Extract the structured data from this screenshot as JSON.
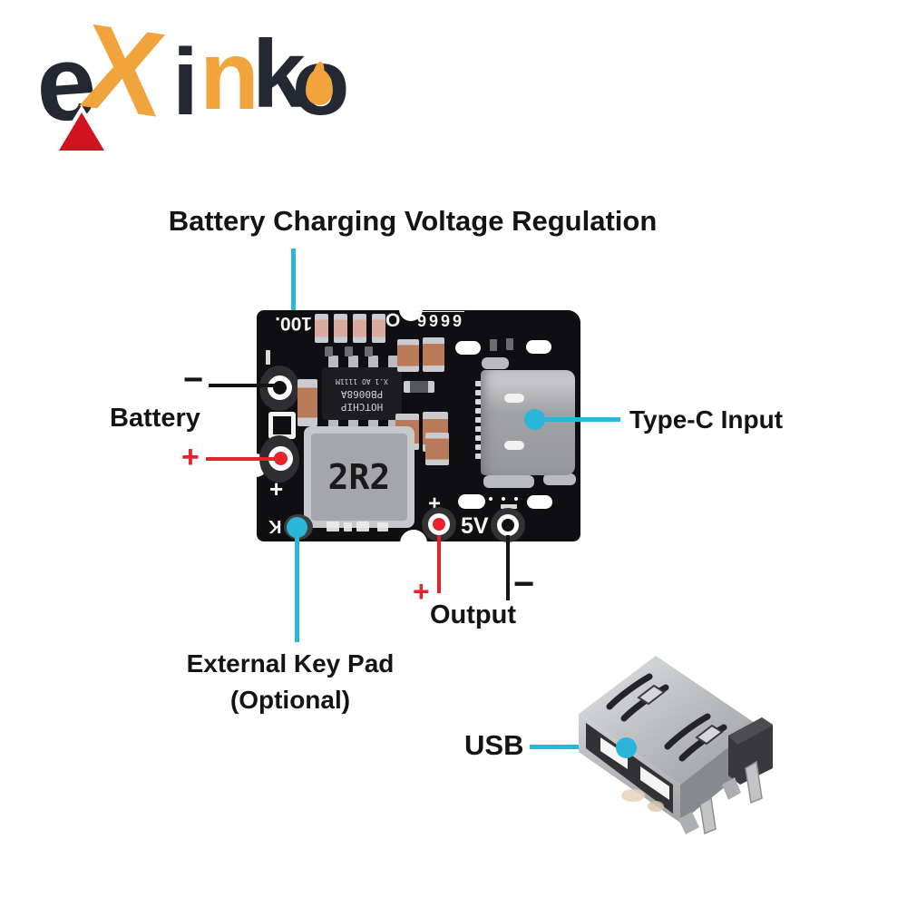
{
  "colors": {
    "cyan": "#29b6da",
    "red": "#e8212a",
    "orange": "#f2a43c",
    "logo_dark": "#232832",
    "triangle_red": "#cf1420",
    "text_black": "#141414",
    "board_black": "#0f0f11"
  },
  "logo": {
    "brand": "exinko",
    "letters": [
      {
        "ch": "e",
        "color": "#232832"
      },
      {
        "ch": "X",
        "color": "#f2a43c"
      },
      {
        "ch": "i",
        "color": "#232832"
      },
      {
        "ch": "n",
        "color": "#f2a43c"
      },
      {
        "ch": "k",
        "color": "#232832"
      },
      {
        "ch": "o",
        "color": "#232832"
      }
    ]
  },
  "title": "Battery Charging Voltage Regulation",
  "callouts": {
    "battery": {
      "label": "Battery",
      "minus": "−",
      "plus": "+"
    },
    "typec": {
      "label": "Type-C Input"
    },
    "output": {
      "label": "Output",
      "plus": "+",
      "minus": "−"
    },
    "keypad": {
      "line1": "External Key Pad",
      "line2": "(Optional)"
    },
    "usb": {
      "label": "USB"
    }
  },
  "board_silkscreen": {
    "corner_code": "100.",
    "letter_o": "O",
    "digits": "9999",
    "battery_plus": "+",
    "key_mark": "K",
    "output_plus": "+",
    "output_voltage": "5V",
    "inductor": "2R2",
    "ic_line1": "HOTCHIP",
    "ic_line2": "PB0068A",
    "ic_line3": "X.1 AO 1111M"
  }
}
